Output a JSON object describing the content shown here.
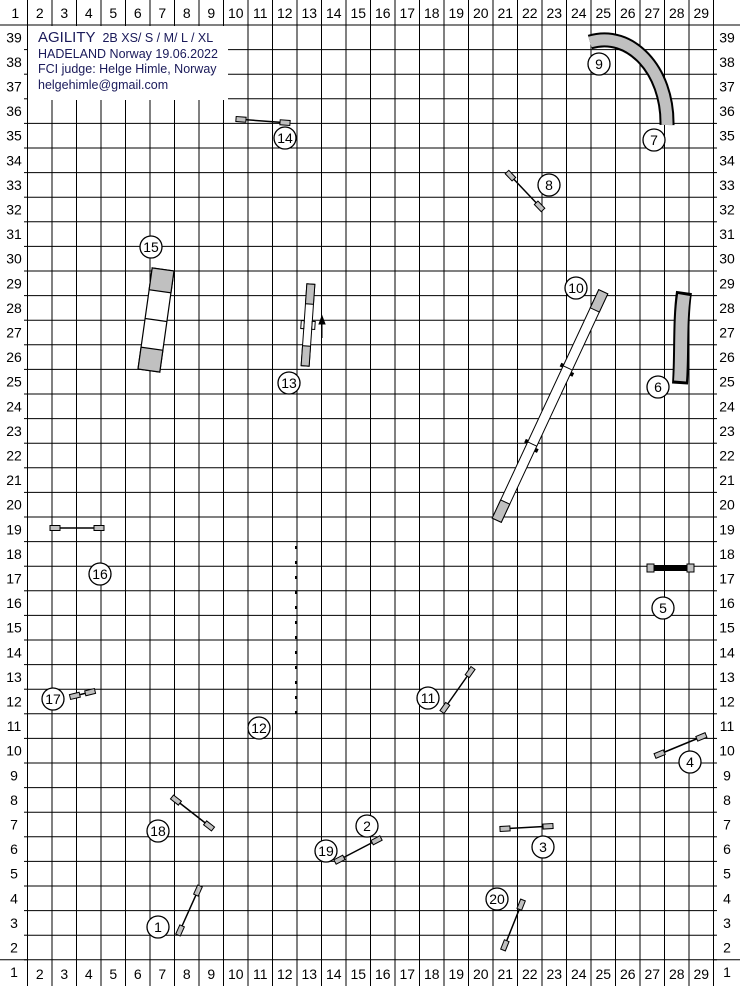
{
  "header": {
    "title": "AGILITY",
    "classes": "2B  XS/  S / M/ L / XL",
    "event": "HADELAND Norway 19.06.2022",
    "judge": "FCI judge: Helge Himle, Norway",
    "email": "helgehimle@gmail.com"
  },
  "grid": {
    "columns": [
      "1",
      "2",
      "3",
      "4",
      "5",
      "6",
      "7",
      "8",
      "9",
      "10",
      "11",
      "12",
      "13",
      "14",
      "15",
      "16",
      "17",
      "18",
      "19",
      "20",
      "21",
      "22",
      "23",
      "24",
      "25",
      "26",
      "27",
      "28",
      "29"
    ],
    "rows": [
      "39",
      "38",
      "37",
      "36",
      "35",
      "34",
      "33",
      "32",
      "31",
      "30",
      "29",
      "28",
      "27",
      "26",
      "25",
      "24",
      "23",
      "22",
      "21",
      "20",
      "19",
      "18",
      "17",
      "16",
      "15",
      "14",
      "13",
      "12",
      "11",
      "10",
      "9",
      "8",
      "7",
      "6",
      "5",
      "4",
      "3",
      "2",
      "1"
    ]
  },
  "obstacles": [
    {
      "number": "1",
      "type": "jump"
    },
    {
      "number": "2",
      "type": "jump"
    },
    {
      "number": "3",
      "type": "jump"
    },
    {
      "number": "4",
      "type": "jump"
    },
    {
      "number": "5",
      "type": "long-jump"
    },
    {
      "number": "6",
      "type": "tunnel"
    },
    {
      "number": "7",
      "type": "tunnel"
    },
    {
      "number": "8",
      "type": "jump"
    },
    {
      "number": "9",
      "type": "tunnel"
    },
    {
      "number": "10",
      "type": "dog-walk"
    },
    {
      "number": "11",
      "type": "jump"
    },
    {
      "number": "12",
      "type": "weave-poles"
    },
    {
      "number": "13",
      "type": "seesaw"
    },
    {
      "number": "14",
      "type": "jump"
    },
    {
      "number": "15",
      "type": "a-frame"
    },
    {
      "number": "16",
      "type": "jump"
    },
    {
      "number": "17",
      "type": "jump"
    },
    {
      "number": "18",
      "type": "jump"
    },
    {
      "number": "19",
      "type": "jump"
    },
    {
      "number": "20",
      "type": "jump"
    }
  ],
  "colors": {
    "grid": "#000000",
    "equipment": "#c0c0c0",
    "header_text": "#1a1a5a"
  }
}
